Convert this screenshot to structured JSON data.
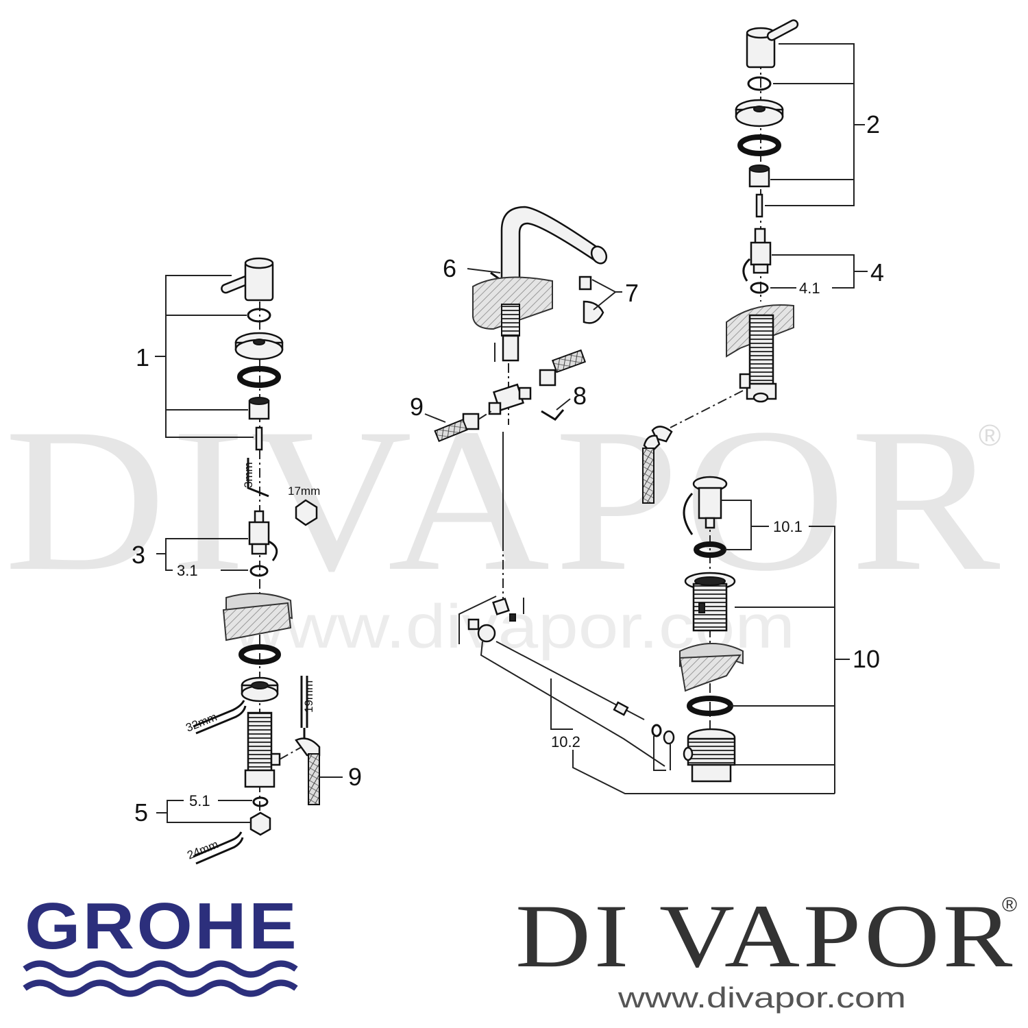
{
  "watermark": {
    "brand": "DIVAPOR",
    "registered": "®",
    "url": "www.divapor.com"
  },
  "callouts": {
    "c1": "1",
    "c2": "2",
    "c3": "3",
    "c3_1": "3.1",
    "c4": "4",
    "c4_1": "4.1",
    "c5": "5",
    "c5_1": "5.1",
    "c6": "6",
    "c7": "7",
    "c8": "8",
    "c9_left_hose": "9",
    "c9_bottom_hose": "9",
    "c10": "10",
    "c10_1": "10.1",
    "c10_2": "10.2"
  },
  "tool_sizes": {
    "allen_key": "3mm",
    "hex_nut": "17mm",
    "wrench_upper": "32mm",
    "wrench_lower": "24mm",
    "wrench_hose": "19mm"
  },
  "logos": {
    "grohe": "GROHE",
    "divapor_brand": "DI VAPOR",
    "divapor_registered": "®",
    "divapor_url": "www.divapor.com"
  },
  "colors": {
    "grohe_blue": "#2c2f7c",
    "divapor_text": "#333333",
    "watermark": "#e6e6e6"
  }
}
